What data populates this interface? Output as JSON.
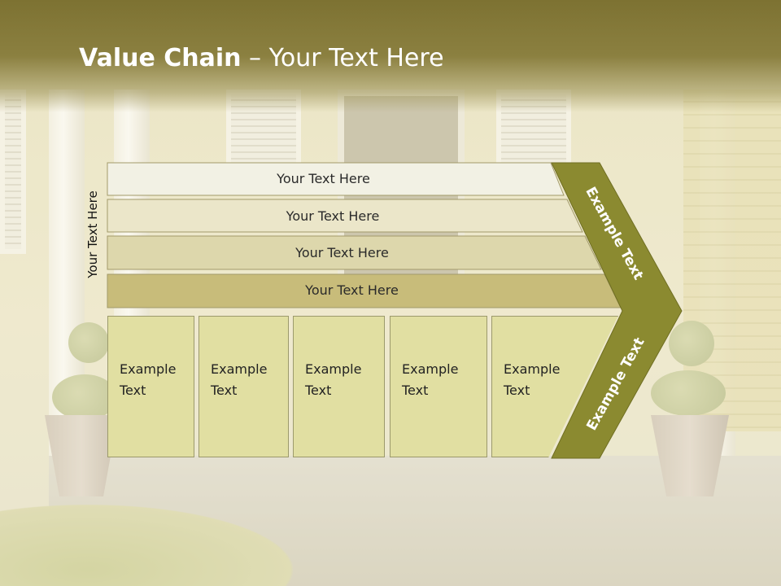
{
  "title": {
    "bold": "Value Chain",
    "rest": " – Your Text Here"
  },
  "side_label": "Your Text Here",
  "bands": [
    {
      "label": "Your Text Here",
      "fill": "#f2f1e4"
    },
    {
      "label": "Your Text Here",
      "fill": "#ebe6c9"
    },
    {
      "label": "Your Text Here",
      "fill": "#ddd7ac"
    },
    {
      "label": "Your Text Here",
      "fill": "#c8bc7a"
    }
  ],
  "boxes": [
    {
      "line1": "Example",
      "line2": "Text"
    },
    {
      "line1": "Example",
      "line2": "Text"
    },
    {
      "line1": "Example",
      "line2": "Text"
    },
    {
      "line1": "Example",
      "line2": "Text"
    },
    {
      "line1": "Example",
      "line2": "Text"
    }
  ],
  "chevron": {
    "upper_label": "Example Text",
    "lower_label": "Example Text",
    "color": "#8b8a30"
  },
  "colors": {
    "title_bar": "#857a38",
    "box_fill": "#e1dfa2",
    "band_border": "#a29a6a"
  }
}
